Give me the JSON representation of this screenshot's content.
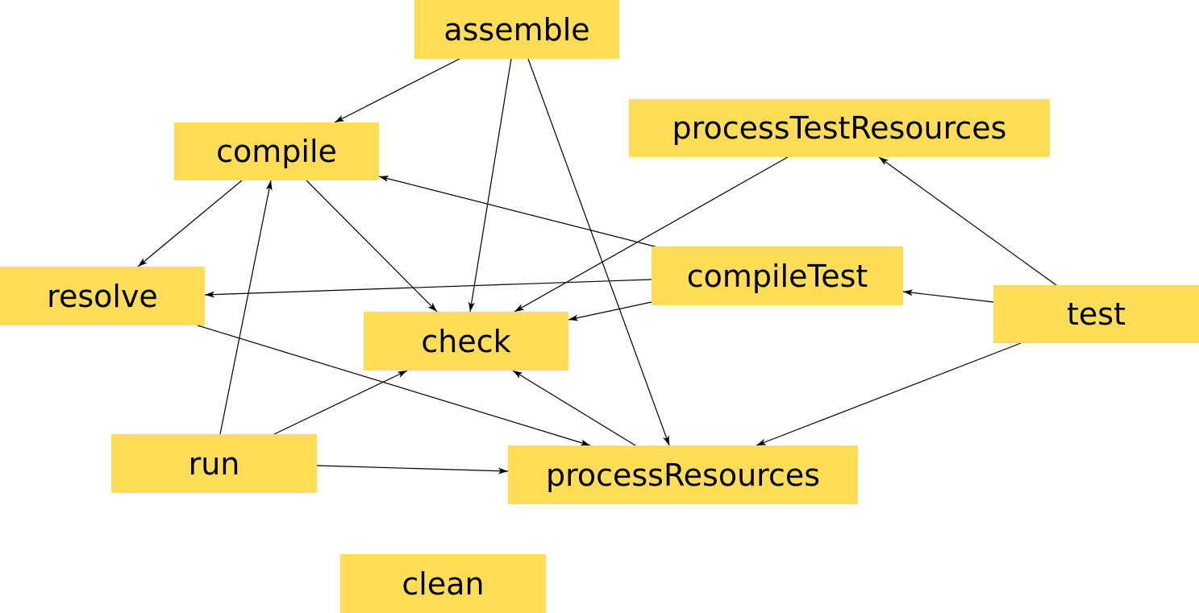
{
  "colors": {
    "node_fill": "#ffdd57",
    "edge": "#000000",
    "background": "#ffffff"
  },
  "nodes": {
    "assemble": {
      "label": "assemble"
    },
    "compile": {
      "label": "compile"
    },
    "processTestResources": {
      "label": "processTestResources"
    },
    "resolve": {
      "label": "resolve"
    },
    "compileTest": {
      "label": "compileTest"
    },
    "test": {
      "label": "test"
    },
    "check": {
      "label": "check"
    },
    "run": {
      "label": "run"
    },
    "processResources": {
      "label": "processResources"
    },
    "clean": {
      "label": "clean"
    }
  },
  "edges": [
    {
      "from": "assemble",
      "to": "compile"
    },
    {
      "from": "assemble",
      "to": "check"
    },
    {
      "from": "assemble",
      "to": "processResources"
    },
    {
      "from": "compile",
      "to": "resolve"
    },
    {
      "from": "compile",
      "to": "check"
    },
    {
      "from": "processTestResources",
      "to": "check"
    },
    {
      "from": "compileTest",
      "to": "compile"
    },
    {
      "from": "compileTest",
      "to": "resolve"
    },
    {
      "from": "compileTest",
      "to": "check"
    },
    {
      "from": "test",
      "to": "processTestResources"
    },
    {
      "from": "test",
      "to": "compileTest"
    },
    {
      "from": "test",
      "to": "processResources"
    },
    {
      "from": "resolve",
      "to": "processResources"
    },
    {
      "from": "run",
      "to": "compile"
    },
    {
      "from": "run",
      "to": "check"
    },
    {
      "from": "run",
      "to": "processResources"
    },
    {
      "from": "processResources",
      "to": "check"
    }
  ]
}
